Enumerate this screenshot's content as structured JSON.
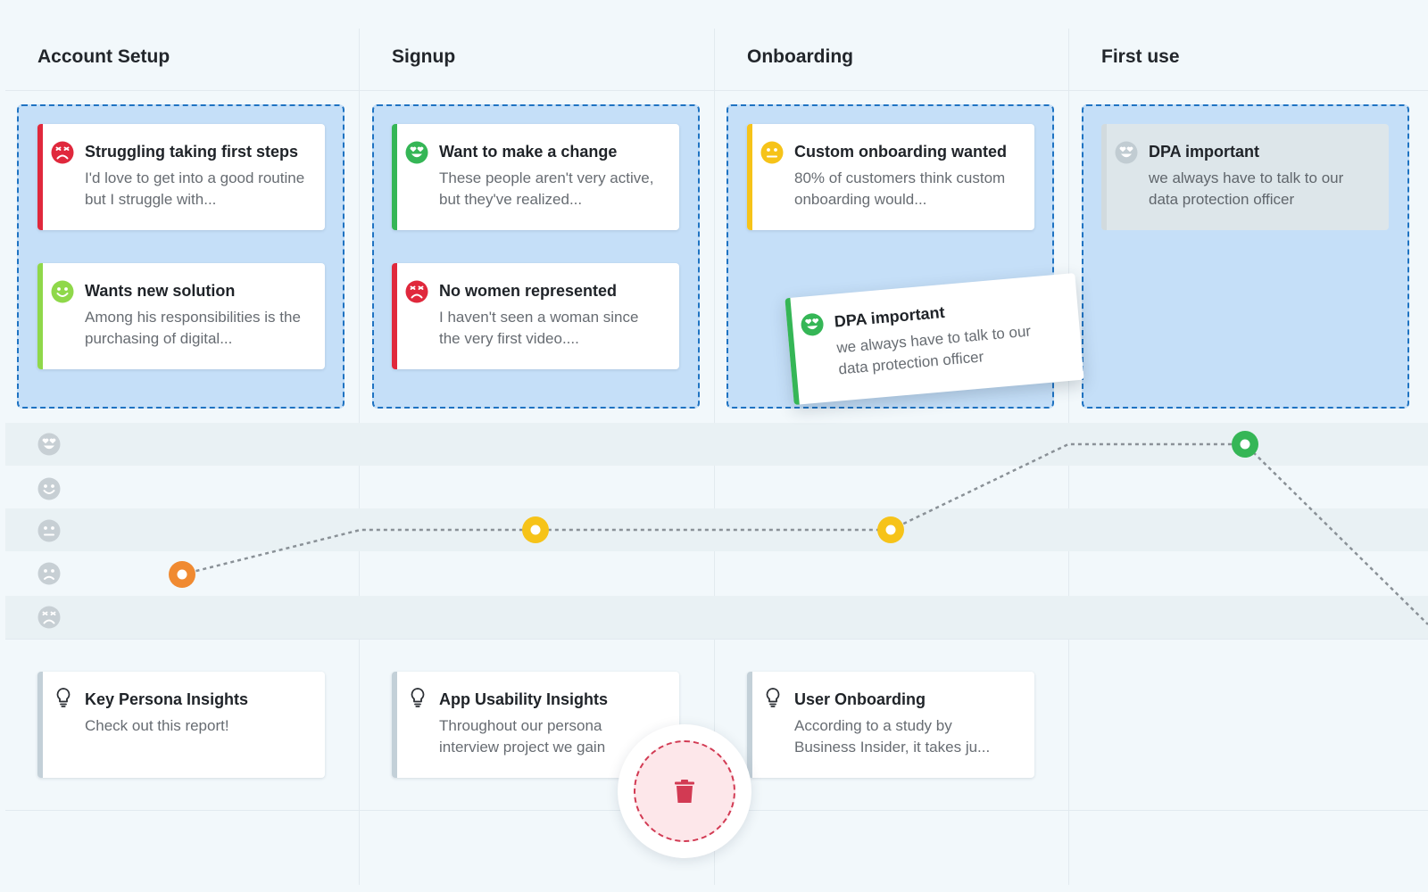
{
  "stages": [
    {
      "title": "Account Setup"
    },
    {
      "title": "Signup"
    },
    {
      "title": "Onboarding"
    },
    {
      "title": "First use"
    }
  ],
  "colors": {
    "very_sad": "#e0283c",
    "sad": "#f08a31",
    "neutral": "#f6c319",
    "happy": "#8fd84a",
    "very_happy": "#35b656",
    "dropzone": "#c5dff8",
    "dropzone_border": "#1f73c2",
    "trash": "#d23a53"
  },
  "cards": {
    "account_setup": [
      {
        "title": "Struggling taking first steps",
        "desc": "I'd love to get into a good routine but I struggle with...",
        "mood": "very-sad"
      },
      {
        "title": "Wants new solution",
        "desc": "Among his responsibilities is the purchasing of digital...",
        "mood": "happy"
      }
    ],
    "signup": [
      {
        "title": "Want to make a change",
        "desc": "These people aren't very active, but they've realized...",
        "mood": "very-happy"
      },
      {
        "title": "No women represented",
        "desc": "I haven't seen a woman since the very first video....",
        "mood": "very-sad"
      }
    ],
    "onboarding": [
      {
        "title": "Custom onboarding wanted",
        "desc": "80% of customers think custom onboarding would...",
        "mood": "neutral"
      }
    ],
    "first_use": [
      {
        "title": "DPA important",
        "desc": "we always have to talk to our data protection officer",
        "mood": "very-happy",
        "state": "drag-placeholder"
      }
    ],
    "dragging": {
      "title": "DPA important",
      "desc": "we always have to talk to our data protection officer",
      "mood": "very-happy"
    }
  },
  "emotion_scale": [
    "very-happy-icon",
    "happy-icon",
    "neutral-icon",
    "sad-icon",
    "very-sad-icon"
  ],
  "emotion_curve": [
    {
      "stage": "Account Setup",
      "level": "sad"
    },
    {
      "stage": "Signup",
      "level": "neutral"
    },
    {
      "stage": "Onboarding",
      "level": "neutral"
    },
    {
      "stage": "First use",
      "level": "very-happy"
    }
  ],
  "insights": [
    {
      "title": "Key Persona Insights",
      "desc": "Check out this report!",
      "icon": "lightbulb-icon"
    },
    {
      "title": "App Usability Insights",
      "desc": "Throughout our persona interview project we gain",
      "icon": "lightbulb-icon"
    },
    {
      "title": "User Onboarding",
      "desc": "According to a study by Business Insider, it takes ju...",
      "icon": "lightbulb-icon"
    }
  ],
  "trash": {
    "icon": "trash-icon"
  }
}
